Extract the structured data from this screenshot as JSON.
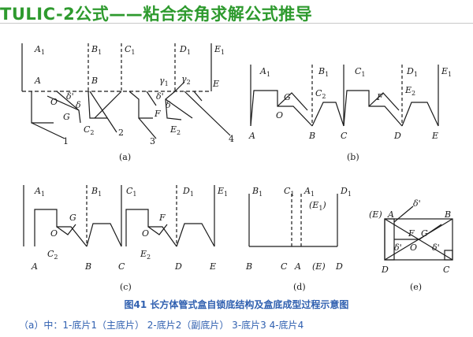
{
  "page_title": "TULIC-2公式——粘合余角求解公式推导",
  "figure_caption": "图41 长方体管式盒自锁底结构及盒底成型过程示意图",
  "figure_note": "（a）中：1-底片1（主底片） 2-底片2（副底片） 3-底片3 4-底片4",
  "panels": {
    "a": {
      "caption": "(a)",
      "top_labels": [
        {
          "t": "A",
          "s": "1"
        },
        {
          "t": "B",
          "s": "1"
        },
        {
          "t": "C",
          "s": "1"
        },
        {
          "t": "D",
          "s": "1"
        },
        {
          "t": "E",
          "s": "1"
        }
      ],
      "fold_labels": [
        "A",
        "B",
        "E"
      ],
      "inner_labels": [
        {
          "t": "O"
        },
        {
          "t": "G"
        },
        {
          "t": "δ'"
        },
        {
          "t": "δ"
        },
        {
          "t": "F"
        },
        {
          "t": "δ'"
        },
        {
          "t": "δ"
        },
        {
          "t": "γ",
          "s": "1"
        },
        {
          "t": "γ",
          "s": "2"
        },
        {
          "t": "C",
          "s": "2"
        },
        {
          "t": "E",
          "s": "2"
        }
      ],
      "numbers": [
        "1",
        "2",
        "3",
        "4"
      ]
    },
    "b": {
      "caption": "(b)",
      "top_labels": [
        {
          "t": "A",
          "s": "1"
        },
        {
          "t": "B",
          "s": "1"
        },
        {
          "t": "C",
          "s": "1"
        },
        {
          "t": "D",
          "s": "1"
        },
        {
          "t": "E",
          "s": "1"
        }
      ],
      "bottom_labels": [
        "A",
        "B",
        "C",
        "D",
        "E"
      ],
      "inner_labels": [
        {
          "t": "G"
        },
        {
          "t": "C",
          "s": "2"
        },
        {
          "t": "O"
        },
        {
          "t": "F"
        },
        {
          "t": "E",
          "s": "2"
        }
      ]
    },
    "c": {
      "caption": "(c)",
      "top_labels": [
        {
          "t": "A",
          "s": "1"
        },
        {
          "t": "B",
          "s": "1"
        },
        {
          "t": "C",
          "s": "1"
        },
        {
          "t": "D",
          "s": "1"
        },
        {
          "t": "E",
          "s": "1"
        }
      ],
      "bottom_labels": [
        "A",
        "B",
        "C",
        "D",
        "E"
      ],
      "inner_labels": [
        {
          "t": "G"
        },
        {
          "t": "O"
        },
        {
          "t": "F"
        },
        {
          "t": "O"
        },
        {
          "t": "C",
          "s": "2"
        },
        {
          "t": "E",
          "s": "2"
        }
      ]
    },
    "d": {
      "caption": "(d)",
      "top_labels": [
        {
          "t": "B",
          "s": "1"
        },
        {
          "t": "C",
          "s": "1"
        },
        {
          "t": "A",
          "s": "1"
        },
        {
          "t": "D",
          "s": "1"
        },
        {
          "t": "(E",
          "s": "1",
          "e": ")"
        }
      ],
      "bottom_labels": [
        "B",
        "C",
        "A",
        "(E)",
        "D"
      ]
    },
    "e": {
      "caption": "(e)",
      "labels": [
        "(E)",
        "A",
        "δ'",
        "B",
        "F",
        "G",
        "O",
        "δ'",
        "δ'",
        "D",
        "C"
      ]
    }
  }
}
